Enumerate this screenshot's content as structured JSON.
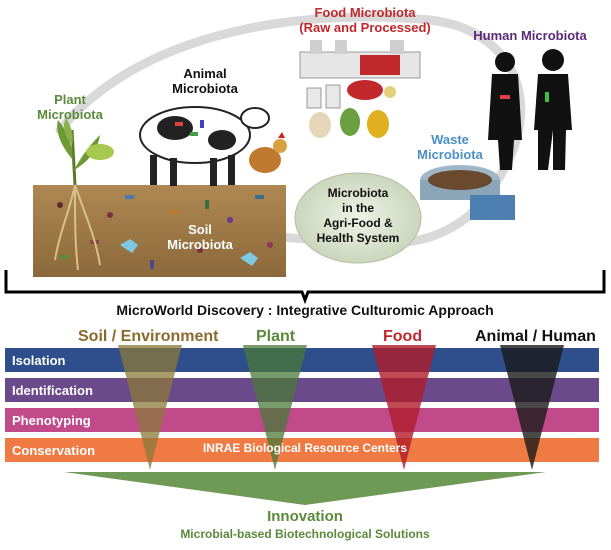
{
  "labels": {
    "food": [
      "Food Microbiota",
      "(Raw and Processed)"
    ],
    "human": "Human Microbiota",
    "animal": [
      "Animal",
      "Microbiota"
    ],
    "plant": [
      "Plant",
      "Microbiota"
    ],
    "waste": [
      "Waste",
      "Microbiota"
    ],
    "soil": [
      "Soil",
      "Microbiota"
    ],
    "center": [
      "Microbiota",
      "in the",
      "Agri-Food &",
      "Health System"
    ]
  },
  "colors": {
    "plant": "#5a8a3a",
    "food": "#c0282b",
    "human": "#5b2a7a",
    "waste": "#4a8fc7",
    "soil_text": "#8b6a2e",
    "isolation": "#2e4e8c",
    "identification": "#6b4a8c",
    "phenotyping": "#c14a8a",
    "conservation": "#f07a43",
    "innovation": "#5a8a3a"
  },
  "approach_title": "MicroWorld Discovery : Integrative Culturomic Approach",
  "columns": [
    "Soil / Environment",
    "Plant",
    "Food",
    "Animal / Human"
  ],
  "steps": [
    "Isolation",
    "Identification",
    "Phenotyping",
    "Conservation"
  ],
  "brc": "INRAE Biological Resource Centers",
  "innovation": {
    "title": "Innovation",
    "subtitle": "Microbial-based Biotechnological Solutions"
  }
}
